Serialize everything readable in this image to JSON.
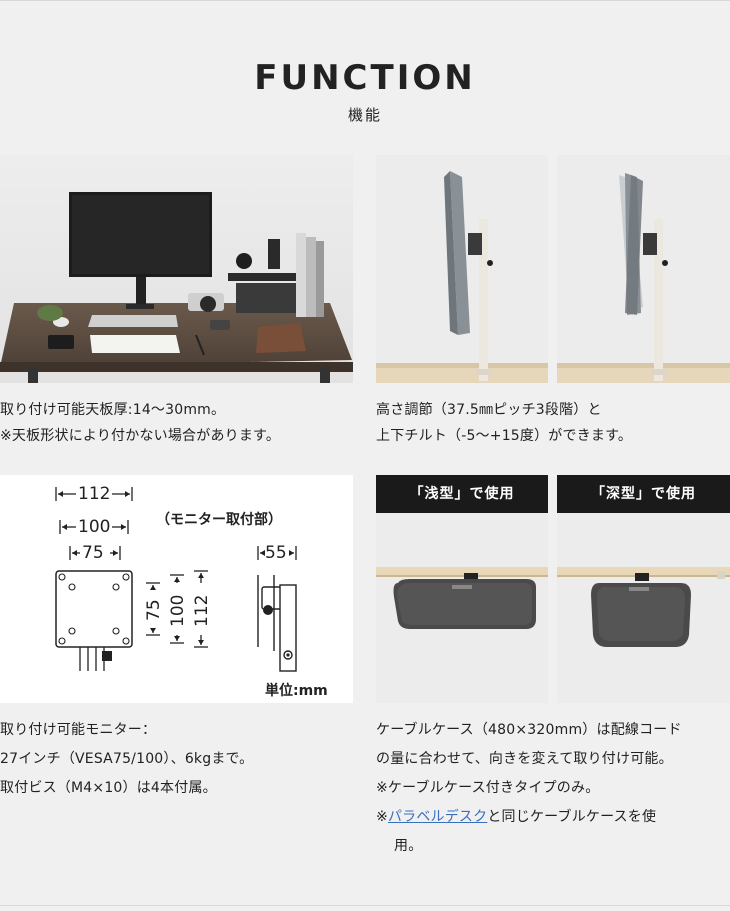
{
  "header": {
    "title": "FUNCTION",
    "subtitle": "機能"
  },
  "sections": {
    "desk_photo": {
      "caption_lines": [
        "取り付け可能天板厚:14〜30mm。",
        "※天板形状により付かない場合があります。"
      ]
    },
    "adjust_photos": {
      "caption_lines": [
        "高さ調節（37.5㎜ピッチ3段階）と",
        "上下チルト（-5〜+15度）ができます。"
      ]
    },
    "dimensions": {
      "dim_112": "112",
      "dim_100": "100",
      "dim_75": "75",
      "dim_55": "55",
      "monitor_mount_label": "（モニター取付部）",
      "unit_label": "単位:mm",
      "caption_lines": [
        "取り付け可能モニター：",
        "27インチ（VESA75/100）、6kgまで。",
        "取付ビス（M4×10）は4本付属。"
      ]
    },
    "cable_case": {
      "label_shallow": "「浅型」で使用",
      "label_deep": "「深型」で使用",
      "caption_lines": [
        "ケーブルケース（480×320mm）は配線コード",
        "の量に合わせて、向きを変えて取り付け可能。",
        "※ケーブルケース付きタイプのみ。"
      ],
      "note_prefix": "※",
      "note_link": "パラベルデスク",
      "note_suffix": "と同じケーブルケースを使",
      "note_last": "用。"
    }
  },
  "colors": {
    "background": "#f0f0f0",
    "label_bar": "#1a1a1a",
    "link": "#3a6fbe"
  }
}
